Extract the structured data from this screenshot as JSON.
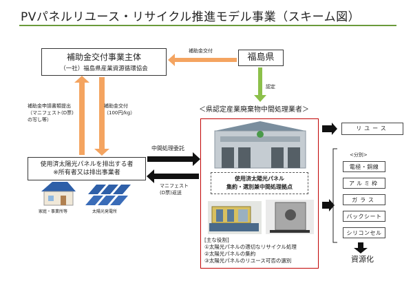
{
  "title": "PVパネルリユース・リサイクル推進モデル事業（スキーム図）",
  "org": {
    "name": "補助金交付事業主体",
    "sub": "（一社）福島県産業資源循環協会"
  },
  "prefecture": "福島県",
  "flows": {
    "subsidy_top": "補助金交付",
    "approval": "認定",
    "application_1": "補助金申請書類提出",
    "application_2": "（マニフェスト(D票)",
    "application_3": "の写し等）",
    "subsidy_left_1": "補助金交付",
    "subsidy_left_2": "（100円/kg）",
    "consign": "中間処理委託",
    "manifest_1": "マニフェスト",
    "manifest_2": "(D票)返送"
  },
  "emitter": {
    "line1": "使用済太陽光パネルを排出する者",
    "line2": "※所有者又は排出事業者"
  },
  "captions": {
    "home": "家庭・事業所等",
    "plant": "太陽光発電所"
  },
  "center": {
    "label": "＜県認定産業廃棄物中間処理業者＞",
    "hub_line1": "使用済太陽光パネル",
    "hub_line2": "集約・選別兼中間処理拠点",
    "roles_title": "[主な役割]",
    "role_1": "①太陽光パネルの適切なリサイクル処理",
    "role_2": "②太陽光パネルの集約",
    "role_3": "③太陽光パネルのリユース可否の選別"
  },
  "outputs": {
    "reuse": "リユース",
    "category_label": "<分別>",
    "categories": [
      "電極・銅線",
      "アルミ枠",
      "ガラス",
      "バックシート",
      "シリコンセル"
    ],
    "resource": "資源化"
  },
  "colors": {
    "arrow_orange": "#f4a460",
    "arrow_green": "#8cc04a",
    "frame_red": "#c00000",
    "title_line": "#6a9a3a"
  }
}
